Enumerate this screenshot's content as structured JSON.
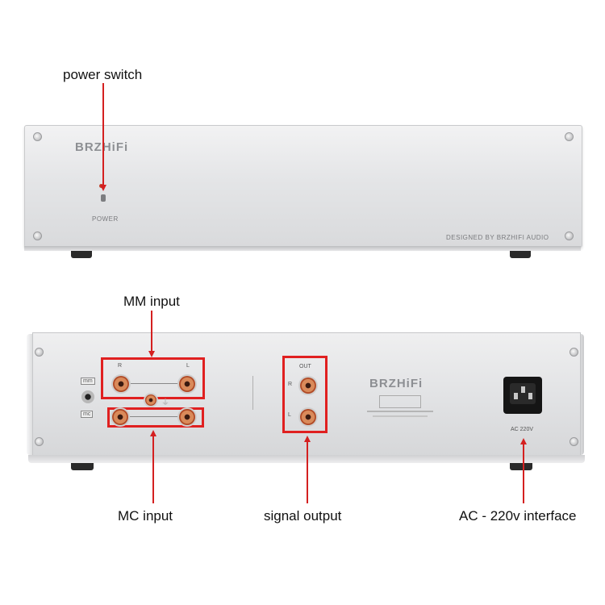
{
  "callouts": {
    "power_switch": "power switch",
    "mm_input": "MM input",
    "mc_input": "MC input",
    "signal_output": "signal output",
    "ac_interface": "AC - 220v interface"
  },
  "front_panel": {
    "brand": "BRZHiFi",
    "power_label": "POWER",
    "designed_by": "DESIGNED BY BRZHIFI AUDIO"
  },
  "rear_panel": {
    "brand": "BRZHiFi",
    "mm_tag": "mm",
    "mc_tag": "mc",
    "ch_r": "R",
    "ch_l": "L",
    "out_label": "OUT",
    "out_r": "R",
    "out_l": "L",
    "ac_label": "AC 220V"
  },
  "colors": {
    "callout_red": "#e02020",
    "panel_silver": "#e4e5e7"
  }
}
